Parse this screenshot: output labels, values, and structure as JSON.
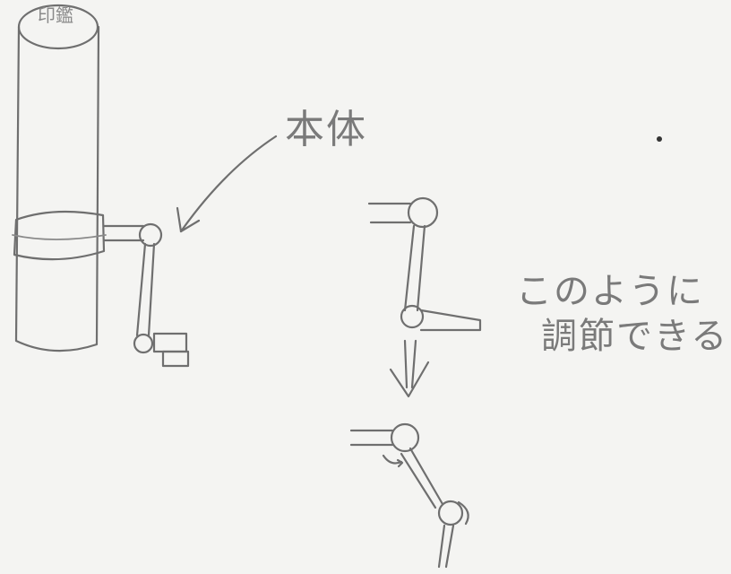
{
  "labels": {
    "body": "本体",
    "adjust_line1": "このように",
    "adjust_line2": "調節できる"
  },
  "seal": "印鑑"
}
